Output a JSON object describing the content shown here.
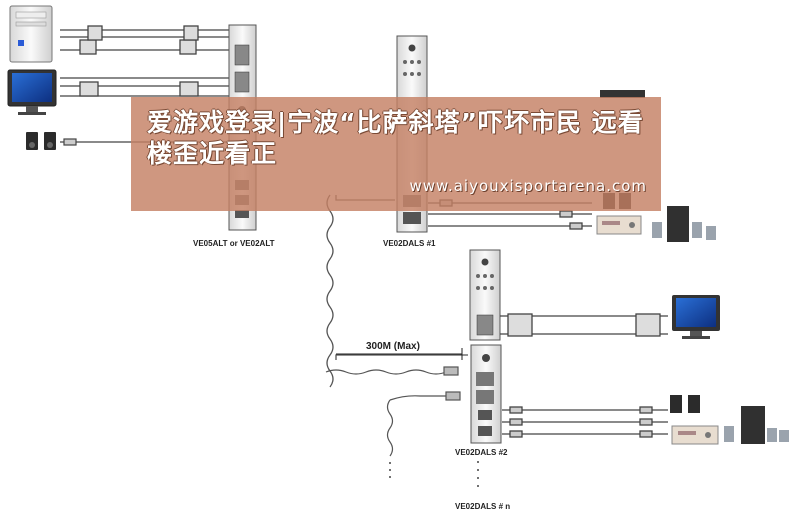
{
  "overlay": {
    "headline": "爱游戏登录|宁波“比萨斜塔”吓坏市民 远看楼歪近看正",
    "url": "www.aiyouxisportarena.com"
  },
  "diagram": {
    "tx_label": "VE05ALT or VE02ALT",
    "rx1_label": "VE02DALS #1",
    "rx2_label": "VE02DALS #2",
    "rxn_label": "VE02DALS # n",
    "distance_label": "300M (Max)"
  },
  "colors": {
    "banner": "#c48064",
    "cable": "#444444",
    "device": "#f2f2f2"
  }
}
